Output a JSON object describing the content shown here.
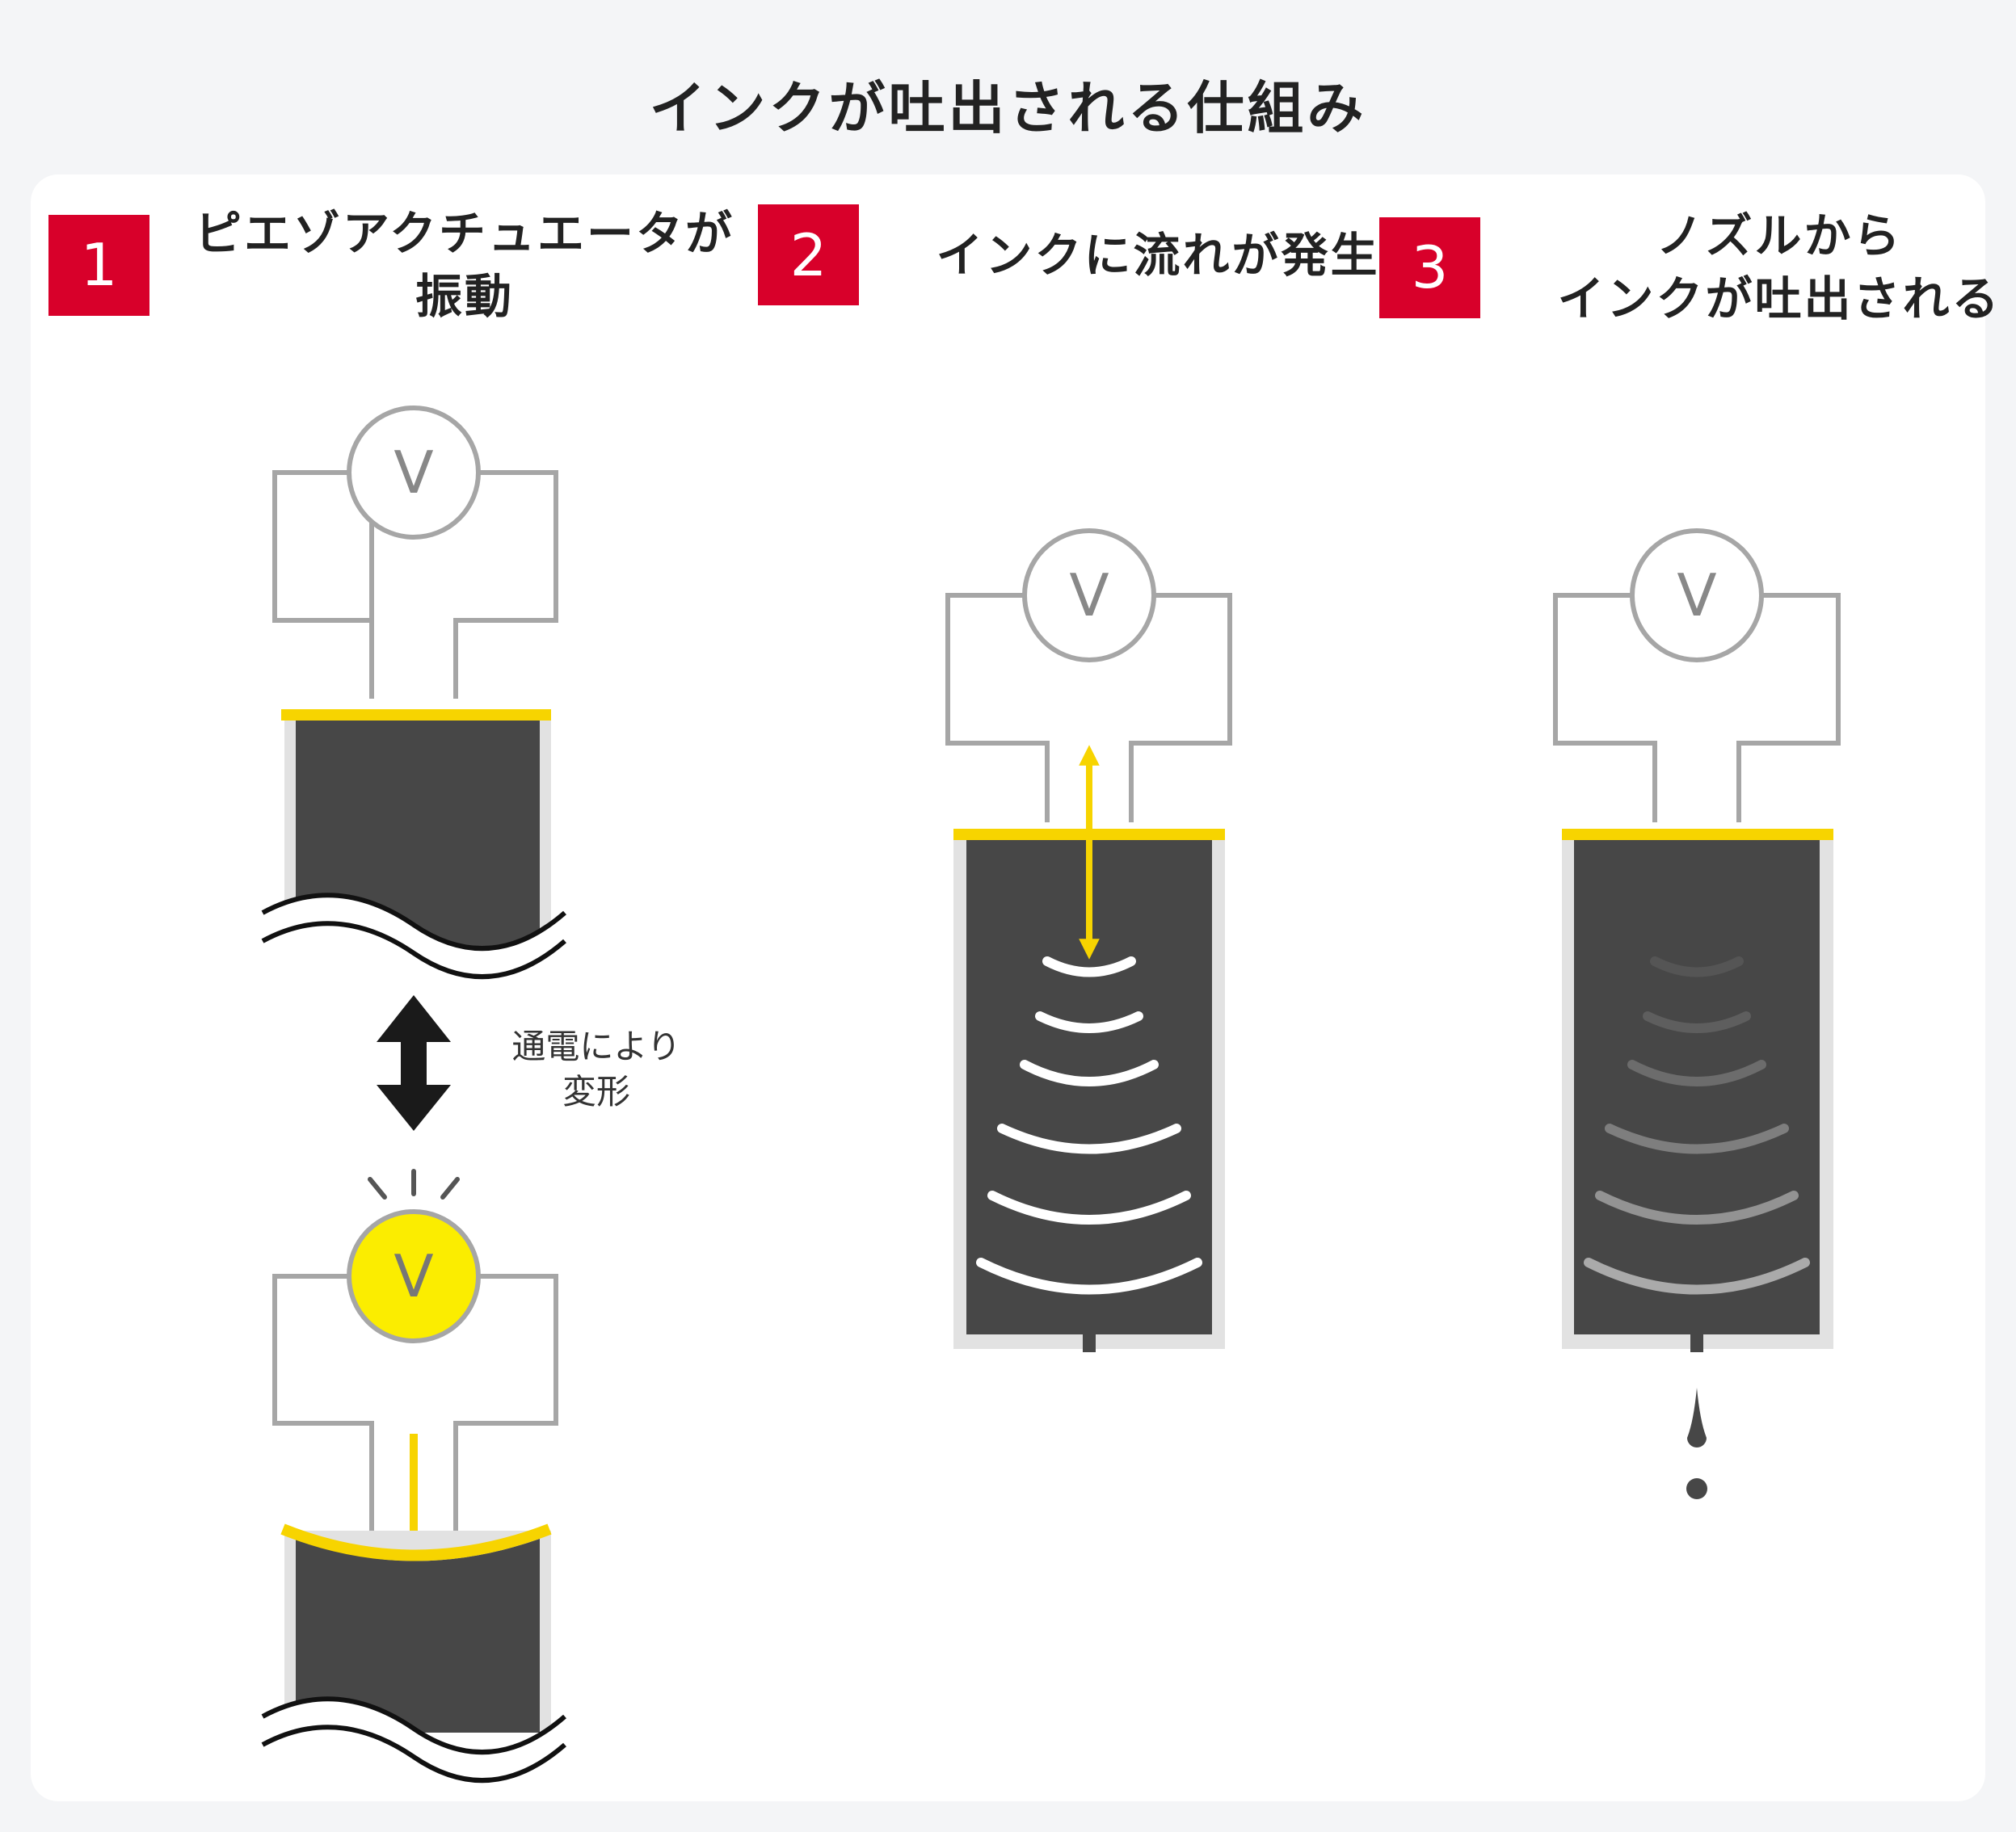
{
  "title": "インクが吐出される仕組み",
  "steps": [
    {
      "number": "1",
      "title_lines": [
        "ピエゾアクチュエータが",
        "振動"
      ]
    },
    {
      "number": "2",
      "title_lines": [
        "インクに流れが発生"
      ]
    },
    {
      "number": "3",
      "title_lines": [
        "ノズルから",
        "インクが吐出される"
      ]
    }
  ],
  "diagram": {
    "voltmeter_symbol": "V",
    "deformation_note_lines": [
      "通電により",
      "変形"
    ]
  },
  "colors": {
    "accent_red": "#d8002a",
    "piezo_yellow": "#f7d400",
    "lamp_yellow": "#fbed00",
    "ink_dark": "#474747",
    "wire_gray": "#a6a6a6"
  },
  "icons": [
    "voltmeter-icon",
    "double-arrow-icon",
    "light-rays-icon",
    "ink-droplet-icon",
    "wave-break-icon"
  ]
}
